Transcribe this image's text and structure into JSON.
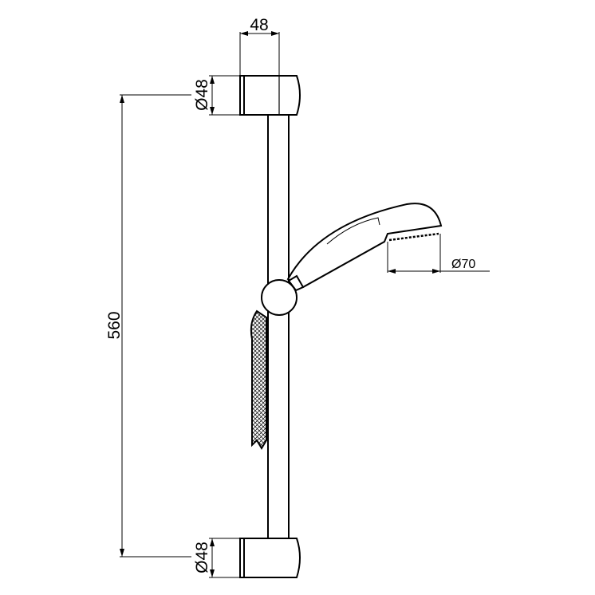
{
  "drawing": {
    "subject": "Shower slide rail set with hand shower and hose",
    "colors": {
      "line": "#000000",
      "background": "#ffffff"
    },
    "dimensions": {
      "bracket_width": "48",
      "top_bracket_diameter": "Ø48",
      "bottom_bracket_diameter": "Ø48",
      "rail_length": "560",
      "shower_head_diameter": "Ø70"
    }
  }
}
